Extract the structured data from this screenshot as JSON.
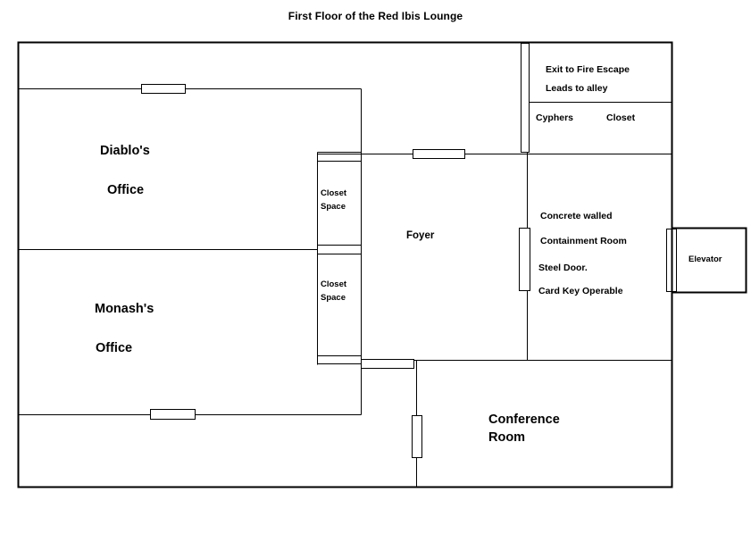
{
  "title": "First Floor of the Red Ibis Lounge",
  "rooms": {
    "diablo_line1": "Diablo's",
    "diablo_line2": "Office",
    "monash_line1": "Monash's",
    "monash_line2": "Office",
    "foyer": "Foyer",
    "conference_line1": "Conference",
    "conference_line2": "Room",
    "closet_space_1_line1": "Closet",
    "closet_space_1_line2": "Space",
    "closet_space_2_line1": "Closet",
    "closet_space_2_line2": "Space",
    "elevator": "Elevator"
  },
  "annotations": {
    "fire_escape_line1": "Exit to Fire Escape",
    "fire_escape_line2": "Leads to alley",
    "cyphers": "Cyphers",
    "closet": "Closet",
    "containment_line1": "Concrete walled",
    "containment_line2": "Containment Room",
    "containment_line3": "Steel Door.",
    "containment_line4": "Card Key Operable"
  },
  "colors": {
    "wall": "#000000",
    "background": "#ffffff",
    "text": "#000000"
  }
}
